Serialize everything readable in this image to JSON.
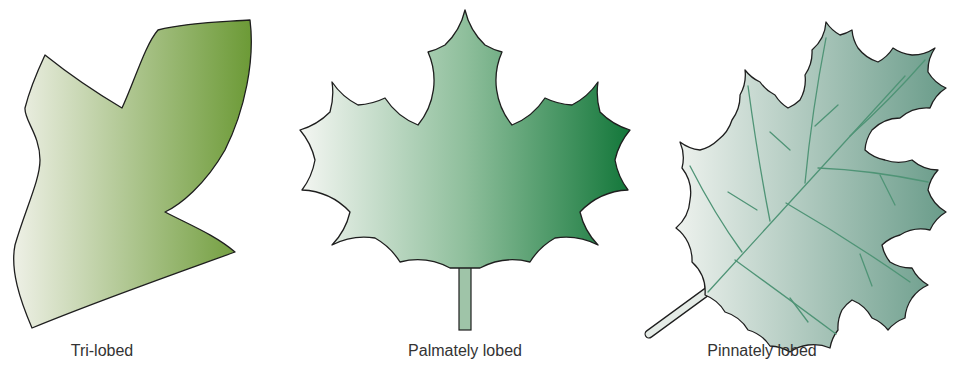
{
  "diagram": {
    "labels": [
      "Tri-lobed",
      "Palmately lobed",
      "Pinnately lobed"
    ]
  }
}
